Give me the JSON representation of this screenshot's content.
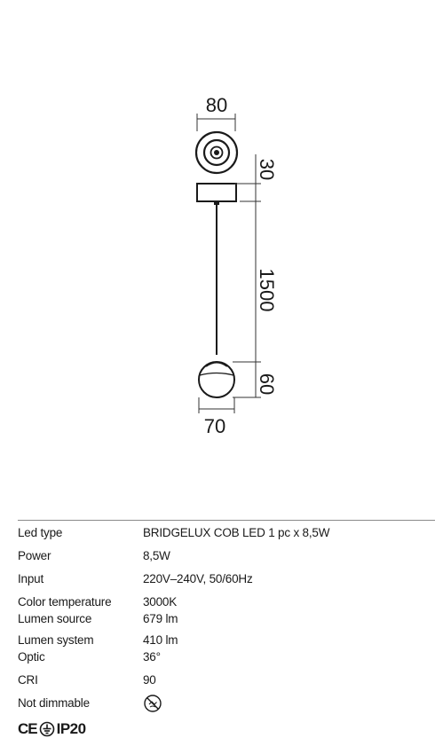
{
  "dimensions": {
    "top_width": "80",
    "canopy_height": "30",
    "cable_length": "1500",
    "head_height": "60",
    "head_width": "70"
  },
  "specs": [
    {
      "key": "Led type",
      "value": "BRIDGELUX COB LED  1 pc x 8,5W"
    },
    {
      "key": "Power",
      "value": "8,5W"
    },
    {
      "key": "Input",
      "value": "220V–240V, 50/60Hz"
    },
    {
      "key": "Color temperature",
      "value": "3000K"
    },
    {
      "key": "Lumen source",
      "value": "679 lm"
    },
    {
      "key": "Lumen system",
      "value": "410 lm"
    },
    {
      "key": "Optic",
      "value": "36°"
    },
    {
      "key": "CRI",
      "value": "90"
    },
    {
      "key": "Not dimmable",
      "value": ""
    }
  ],
  "icons": {
    "not_dimmable": "not-dimmable-icon",
    "earth": "protective-earth-icon"
  },
  "certifications": {
    "ce": "CE",
    "ip": "IP20"
  }
}
